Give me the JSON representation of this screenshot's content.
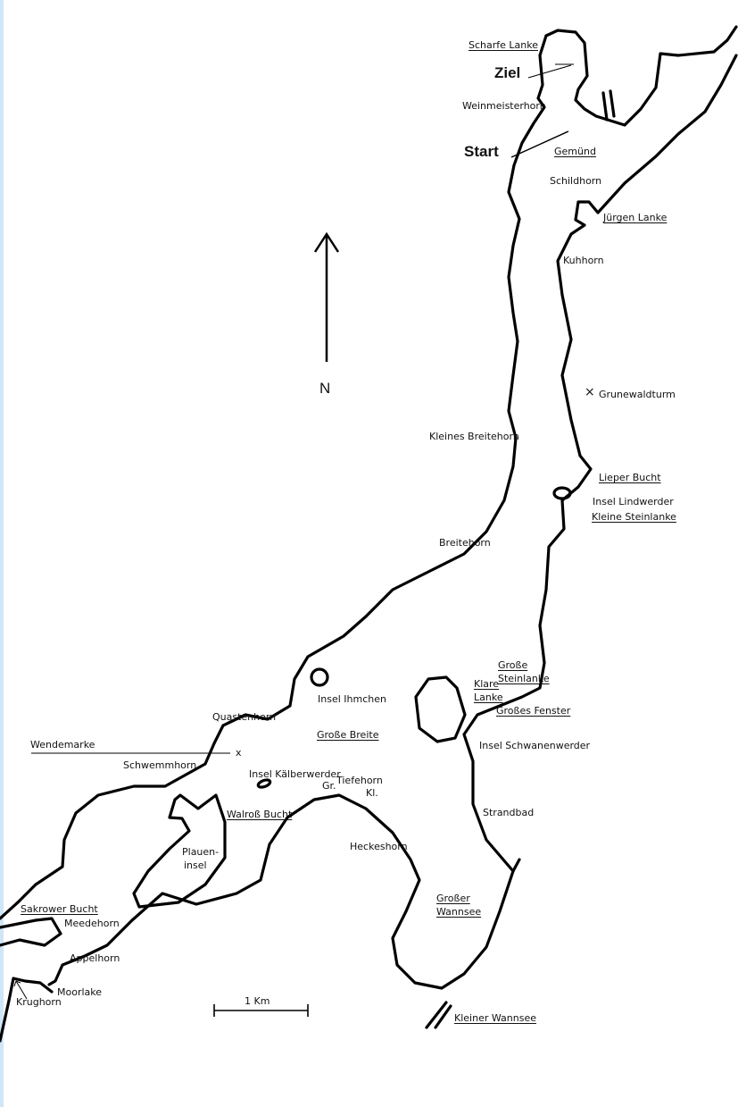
{
  "map": {
    "north_label": "N",
    "scale_label": "1 Km",
    "labels": {
      "scharfe_lanke": "Scharfe Lanke",
      "ziel": "Ziel",
      "weinmeisterhorn": "Weinmeisterhorn",
      "start": "Start",
      "gemuend": "Gemünd",
      "schildhorn": "Schildhorn",
      "juergen_lanke": "Jürgen Lanke",
      "kuhhorn": "Kuhhorn",
      "grunewaldturm": "Grunewaldturm",
      "kleines_breitehorn": "Kleines Breitehorn",
      "lieper_bucht": "Lieper Bucht",
      "insel_lindwerder": "Insel Lindwerder",
      "kleine_steinlanke": "Kleine Steinlanke",
      "breitehorn": "Breitehorn",
      "grosse_steinlanke_1": "Große",
      "grosse_steinlanke_2": "Steinlanke",
      "insel_ihmchen": "Insel Ihmchen",
      "klare_lanke_1": "Klare",
      "klare_lanke_2": "Lanke",
      "grosses_fenster": "Großes Fenster",
      "quastenhorn": "Quastenhorn",
      "grosse_breite": "Große Breite",
      "wendemarke": "Wendemarke",
      "insel_schwanenwerder": "Insel Schwanenwerder",
      "schwemmhorn": "Schwemmhorn",
      "insel_kaelberwerder": "Insel Kälberwerder",
      "gr": "Gr.",
      "tiefehorn": "Tiefehorn",
      "kl": "Kl.",
      "walross_bucht": "Walroß Bucht",
      "strandbad": "Strandbad",
      "plaueninsel_1": "Plauen-",
      "plaueninsel_2": "insel",
      "heckeshorn": "Heckeshorn",
      "grosser_wannsee_1": "Großer",
      "grosser_wannsee_2": "Wannsee",
      "sakrower_bucht": "Sakrower Bucht",
      "meedehorn": "Meedehorn",
      "appelhorn": "Appelhorn",
      "moorlake": "Moorlake",
      "krughorn": "Krughorn",
      "kleiner_wannsee": "Kleiner Wannsee"
    },
    "markers": {
      "x_mark": "x",
      "tower_mark": "×"
    }
  }
}
